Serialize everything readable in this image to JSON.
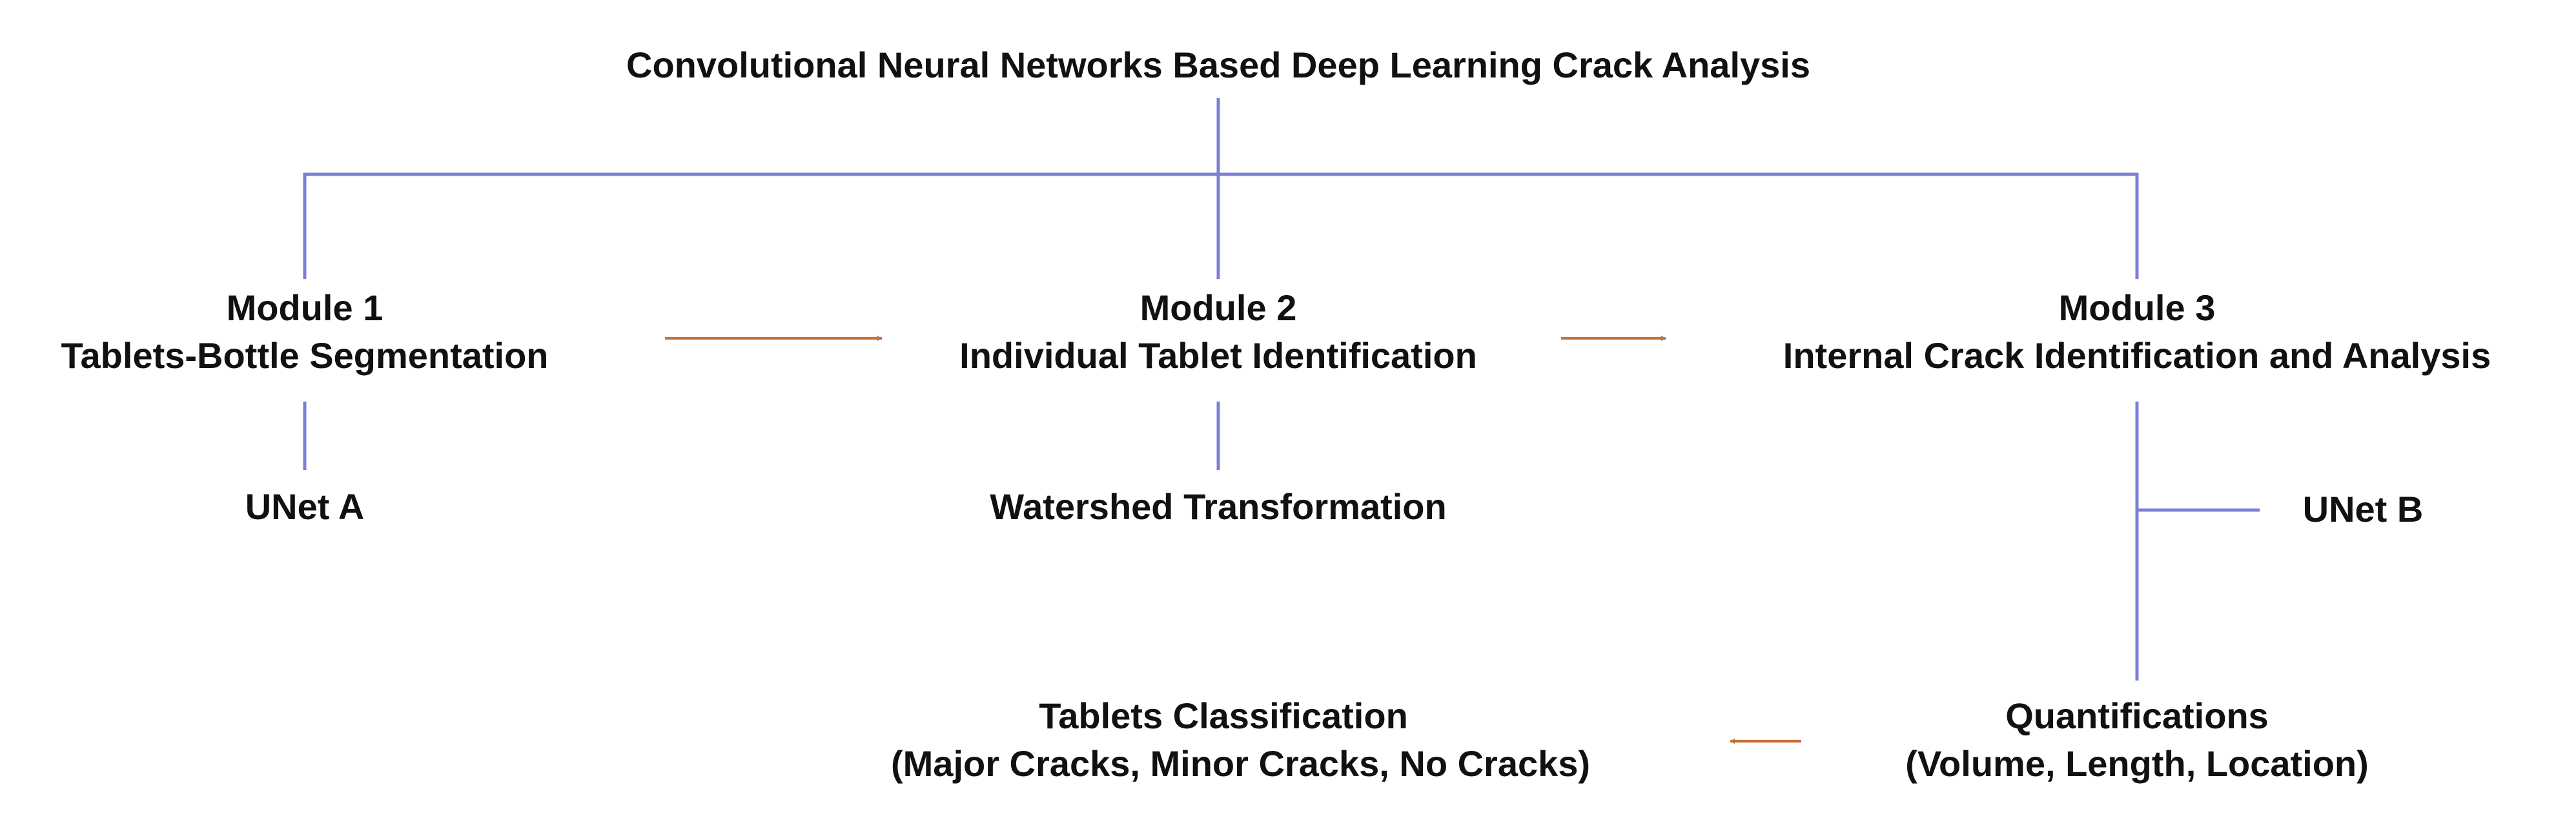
{
  "diagram": {
    "title": "Convolutional Neural Networks Based Deep Learning Crack Analysis",
    "module1": {
      "name": "Module 1",
      "description": "Tablets-Bottle Segmentation",
      "method": "UNet A"
    },
    "module2": {
      "name": "Module 2",
      "description": "Individual Tablet Identification",
      "method": "Watershed Transformation"
    },
    "module3": {
      "name": "Module 3",
      "description": "Internal Crack Identification and Analysis",
      "method": "UNet B"
    },
    "quantifications": {
      "title": "Quantifications",
      "details": "(Volume, Length, Location)"
    },
    "classification": {
      "title": "Tablets Classification",
      "details": "(Major Cracks, Minor Cracks, No Cracks)"
    }
  },
  "colors": {
    "connector_line": "#7b80d6",
    "arrow": "#c8703a",
    "text": "#111111",
    "background": "#ffffff"
  }
}
